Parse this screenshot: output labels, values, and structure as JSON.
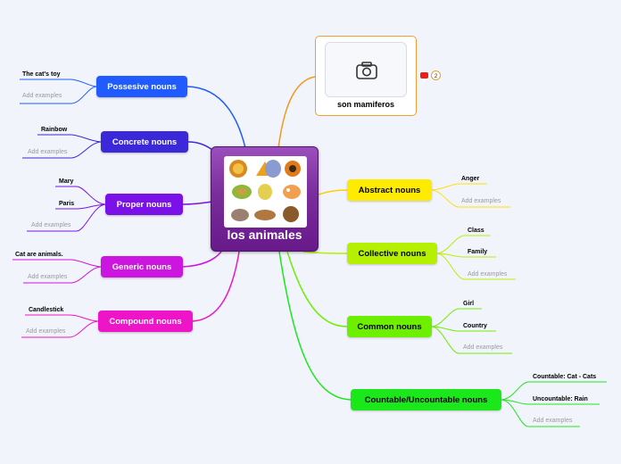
{
  "central": {
    "title": "los animales"
  },
  "photo_topic": {
    "label": "son mamiferos",
    "attachment_count": "2"
  },
  "left_topics": [
    {
      "label": "Possesive nouns",
      "color": "#1f5bff",
      "leaves": [
        "The cat's toy"
      ],
      "add": "Add examples"
    },
    {
      "label": "Concrete nouns",
      "color": "#3b28d9",
      "leaves": [
        "Rainbow"
      ],
      "add": "Add examples"
    },
    {
      "label": "Proper nouns",
      "color": "#7a12e8",
      "leaves": [
        "Mary",
        "Paris"
      ],
      "add": "Add examples"
    },
    {
      "label": "Generic nouns",
      "color": "#cc16df",
      "leaves": [
        "Cat are animals."
      ],
      "add": "Add examples"
    },
    {
      "label": "Compound nouns",
      "color": "#ee14c8",
      "leaves": [
        "Candlestick"
      ],
      "add": "Add examples"
    }
  ],
  "right_topics": [
    {
      "label": "Abstract nouns",
      "color": "#ffeb00",
      "leaves": [
        "Anger"
      ],
      "add": "Add examples"
    },
    {
      "label": "Collective nouns",
      "color": "#b4f000",
      "leaves": [
        "Class",
        "Family"
      ],
      "add": "Add examples"
    },
    {
      "label": "Common nouns",
      "color": "#6cf000",
      "leaves": [
        "Girl",
        "Country"
      ],
      "add": "Add examples"
    },
    {
      "label": "Countable/Uncountable nouns",
      "color": "#1be81b",
      "leaves": [
        "Countable: Cat - Cats",
        "Uncountable: Rain"
      ],
      "add": "Add examples"
    }
  ]
}
